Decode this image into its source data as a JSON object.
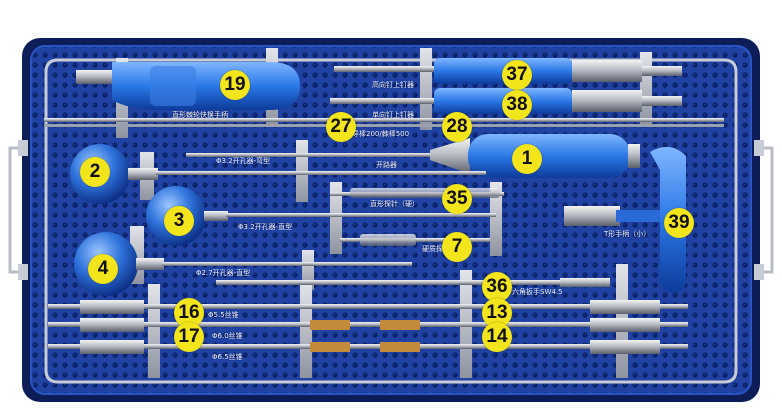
{
  "image": {
    "subject": "Orthopedic surgical instrument set in blue perforated sterilization tray",
    "background": "#ffffff",
    "tray_color": "#1d3f9e",
    "badge_color": "#f3e51b"
  },
  "badges": {
    "b1": "1",
    "b2": "2",
    "b3": "3",
    "b4": "4",
    "b7": "7",
    "b13": "13",
    "b14": "14",
    "b16": "16",
    "b17": "17",
    "b19": "19",
    "b27": "27",
    "b28": "28",
    "b35": "35",
    "b36": "36",
    "b37": "37",
    "b38": "38",
    "b39": "39"
  },
  "labels": {
    "l19": "直形棘轮快换手柄",
    "l37": "高向钉上钉器",
    "l38": "单向钉上钉器",
    "l27_28": "导棒200/棘棒500",
    "l1": "开路器",
    "l2": "Φ3.2开孔器-弯型",
    "l35": "直形探针（硬）",
    "l3": "Φ3.2开孔器-直型",
    "l39": "T形手柄（小）",
    "l7": "硬质探针",
    "l4": "Φ2.7开孔器-直型",
    "l36": "六角扳手SW4.5",
    "l16": "Φ5.5丝锥",
    "l17": "Φ6.0丝锥",
    "l14": "Φ6.5丝锥"
  }
}
